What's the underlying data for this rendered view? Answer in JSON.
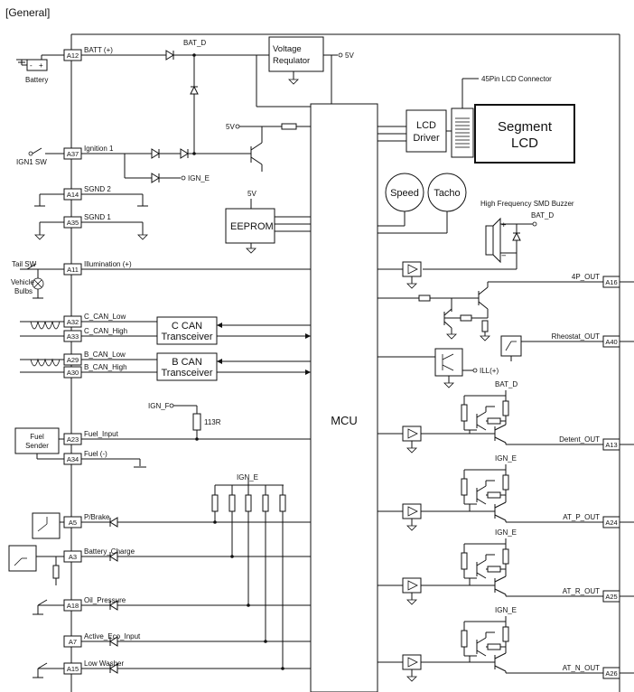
{
  "header": "[General]",
  "pins_left": [
    {
      "pin": "A12",
      "label": "BATT (+)"
    },
    {
      "pin": "A37",
      "label": "Ignition 1"
    },
    {
      "pin": "A14",
      "label": "SGND 2"
    },
    {
      "pin": "A35",
      "label": "SGND 1"
    },
    {
      "pin": "A11",
      "label": "Illumination (+)"
    },
    {
      "pin": "A32",
      "label": "C_CAN_Low"
    },
    {
      "pin": "A33",
      "label": "C_CAN_High"
    },
    {
      "pin": "A29",
      "label": "B_CAN_Low"
    },
    {
      "pin": "A30",
      "label": "B_CAN_High"
    },
    {
      "pin": "A23",
      "label": "Fuel_Input"
    },
    {
      "pin": "A34",
      "label": "Fuel (-)"
    },
    {
      "pin": "A5",
      "label": "P/Brake"
    },
    {
      "pin": "A3",
      "label": "Battery_Charge"
    },
    {
      "pin": "A18",
      "label": "Oil_Pressure"
    },
    {
      "pin": "A7",
      "label": "Active_Eco_Input"
    },
    {
      "pin": "A15",
      "label": "Low Washer"
    }
  ],
  "pins_right": [
    {
      "pin": "A16",
      "label": "4P_OUT"
    },
    {
      "pin": "A40",
      "label": "Rheostat_OUT"
    },
    {
      "pin": "A13",
      "label": "Detent_OUT"
    },
    {
      "pin": "A24",
      "label": "AT_P_OUT"
    },
    {
      "pin": "A25",
      "label": "AT_R_OUT"
    },
    {
      "pin": "A26",
      "label": "AT_N_OUT"
    }
  ],
  "left_devices": {
    "battery": "Battery",
    "ign1_sw": "IGN1 SW",
    "tail_sw": "Tail SW",
    "vehicle_bulbs": [
      "Vehicle",
      "Bulbs"
    ],
    "fuel_sender": [
      "Fuel",
      "Sender"
    ]
  },
  "blocks": {
    "mcu": "MCU",
    "voltage_regulator": [
      "Voltage",
      "Requlator"
    ],
    "eeprom": "EEPROM",
    "lcd_driver": [
      "LCD",
      "Driver"
    ],
    "segment_lcd": [
      "Segment",
      "LCD"
    ],
    "speed": "Speed",
    "tacho": "Tacho",
    "c_can": [
      "C CAN",
      "Transceiver"
    ],
    "b_can": [
      "B CAN",
      "Transceiver"
    ]
  },
  "net_labels": {
    "bat_d": "BAT_D",
    "five_v": "5V",
    "ign_e": "IGN_E",
    "ign_f": "IGN_F",
    "r113": "113R",
    "ill": "ILL(+)",
    "lcd_connector": "45Pin LCD Connector",
    "buzzer": "High Frequency SMD Buzzer",
    "plus": "+",
    "minus": "−"
  }
}
